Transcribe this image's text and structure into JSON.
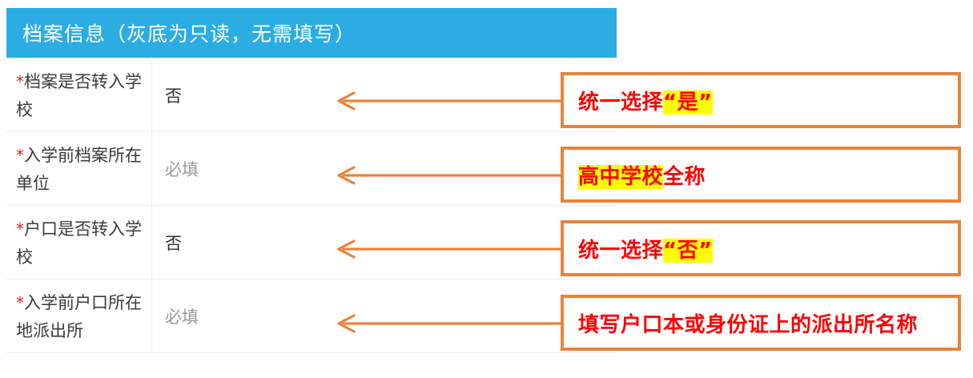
{
  "section": {
    "header_title": "档案信息（灰底为只读，无需填写）",
    "header_color": "#2BADE3"
  },
  "form": {
    "required_marker": "*",
    "rows": [
      {
        "label": "档案是否转入学校",
        "value": "否",
        "is_placeholder": false,
        "has_dropdown": true,
        "dropdown_icon": "chevron-down-icon"
      },
      {
        "label": "入学前档案所在单位",
        "value": "必填",
        "is_placeholder": true,
        "has_dropdown": false,
        "dropdown_icon": ""
      },
      {
        "label": "户口是否转入学校",
        "value": "否",
        "is_placeholder": false,
        "has_dropdown": true,
        "dropdown_icon": "chevron-down-icon"
      },
      {
        "label": "入学前户口所在地派出所",
        "value": "必填",
        "is_placeholder": true,
        "has_dropdown": false,
        "dropdown_icon": ""
      }
    ]
  },
  "annotations": {
    "border_color": "#E8833A",
    "text_color": "#FF0000",
    "highlight_color": "#FFFF00",
    "arrow_icon": "arrow-left-icon",
    "notes": [
      {
        "prefix": "统一选择",
        "highlight": "“是”",
        "suffix": ""
      },
      {
        "prefix": "",
        "highlight": "高中学校",
        "suffix": "全称"
      },
      {
        "prefix": "统一选择",
        "highlight": "“否”",
        "suffix": ""
      },
      {
        "prefix": "填写户口本或身份证上的派出所名称",
        "highlight": "",
        "suffix": ""
      }
    ]
  }
}
